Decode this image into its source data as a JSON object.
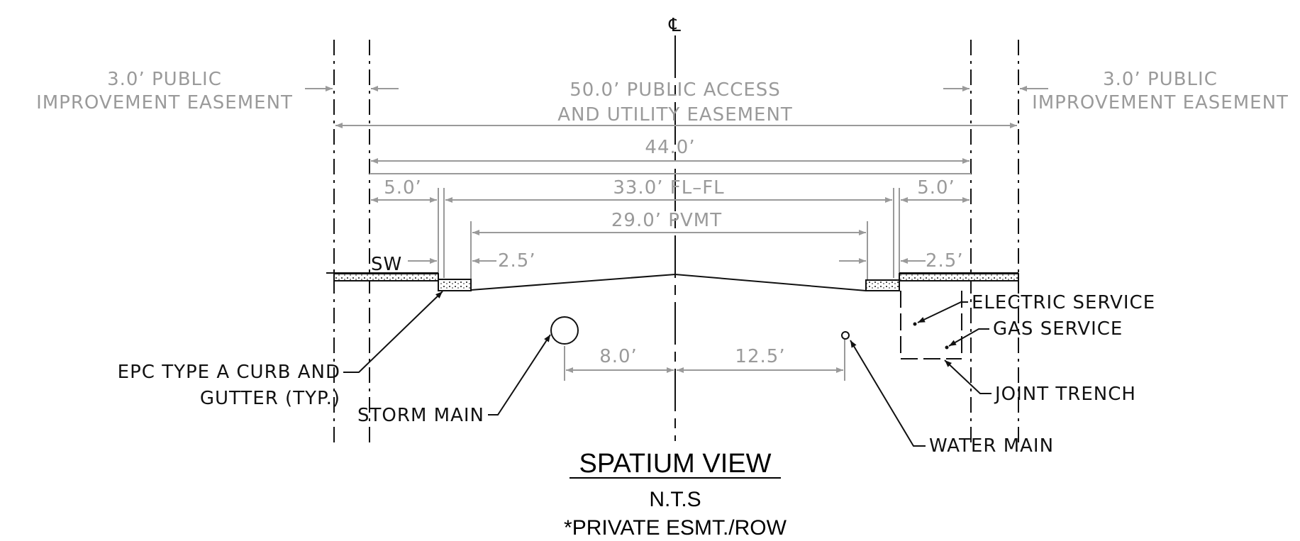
{
  "centerline_symbol": "℄",
  "easement_left": {
    "line1": "3.0’ PUBLIC",
    "line2": "IMPROVEMENT EASEMENT"
  },
  "easement_center": {
    "line1": "50.0’ PUBLIC ACCESS",
    "line2": "AND UTILITY EASEMENT"
  },
  "easement_right": {
    "line1": "3.0’ PUBLIC",
    "line2": "IMPROVEMENT EASEMENT"
  },
  "dimensions": {
    "overall": "44.0’",
    "sidewalk_left": "5.0’",
    "flowline": "33.0’ FL–FL",
    "sidewalk_right": "5.0’",
    "pavement": "29.0’ PVMT",
    "gutter_left": "2.5’",
    "gutter_right": "2.5’",
    "storm_offset": "8.0’",
    "water_offset": "12.5’"
  },
  "labels": {
    "sidewalk": "SW",
    "curb_line1": "EPC TYPE A CURB AND",
    "curb_line2": "GUTTER (TYP.)",
    "storm_main": "STORM MAIN",
    "water_main": "WATER MAIN",
    "electric_service": "ELECTRIC SERVICE",
    "gas_service": "GAS SERVICE",
    "joint_trench": "JOINT TRENCH"
  },
  "title": {
    "main": "SPATIUM VIEW",
    "scale": "N.T.S",
    "note": "*PRIVATE ESMT./ROW"
  },
  "colors": {
    "dimension": "#9a9a9a",
    "linework": "#111111"
  }
}
